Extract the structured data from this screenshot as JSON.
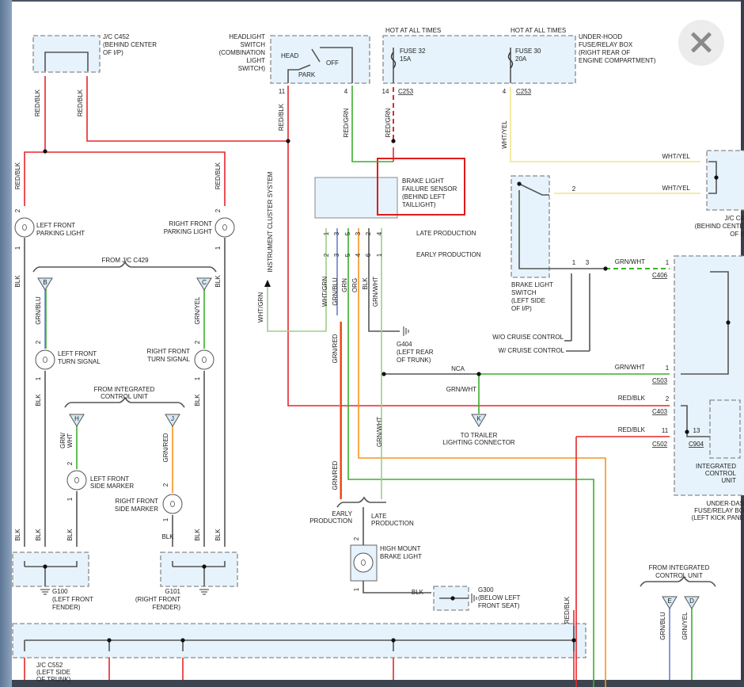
{
  "colors": {
    "red": "#e8262a",
    "green": "#3bb02c",
    "light_green": "#9ccf8c",
    "wire_gray": "#555555",
    "orange": "#f7931e",
    "yellow": "#efe58a",
    "blue": "#6b7fd0",
    "box_fill": "#e6f3fc",
    "highlight": "#e01b1b"
  },
  "window": {
    "close_icon": "close-icon"
  },
  "components": {
    "jc_c452": [
      "J/C C452",
      "(BEHIND CENTER",
      "OF I/P)"
    ],
    "headlight_switch": [
      "HEADLIGHT",
      "SWITCH",
      "(COMBINATION",
      "LIGHT",
      "SWITCH)"
    ],
    "headlight_positions": [
      "HEAD",
      "OFF",
      "PARK"
    ],
    "hot_at_all_times": [
      "HOT AT ALL TIMES",
      "HOT AT ALL TIMES"
    ],
    "fuse32": [
      "FUSE 32",
      "15A"
    ],
    "fuse30": [
      "FUSE 30",
      "20A"
    ],
    "underhood_box": [
      "UNDER-HOOD",
      "FUSE/RELAY BOX",
      "(RIGHT REAR OF",
      "ENGINE COMPARTMENT)"
    ],
    "brake_sensor": [
      "BRAKE LIGHT",
      "FAILURE SENSOR",
      "(BEHIND LEFT",
      "TAILLIGHT)"
    ],
    "late_production": "LATE PRODUCTION",
    "early_production": "EARLY PRODUCTION",
    "jc_c4_right": [
      "J/C C4",
      "(BEHIND CENTE",
      "OF I/"
    ],
    "brake_switch": [
      "BRAKE LIGHT",
      "SWITCH",
      "(LEFT SIDE",
      "OF I/P)"
    ],
    "wo_cruise": "W/O CRUISE CONTROL",
    "w_cruise": "W/ CRUISE CONTROL",
    "left_parking": [
      "LEFT FRONT",
      "PARKING LIGHT"
    ],
    "right_parking": [
      "RIGHT FRONT",
      "PARKING LIGHT"
    ],
    "from_jc_c429": "FROM J/C C429",
    "left_turn": [
      "LEFT FRONT",
      "TURN SIGNAL"
    ],
    "right_turn": [
      "RIGHT FRONT",
      "TURN SIGNAL"
    ],
    "from_icu": [
      "FROM INTEGRATED",
      "CONTROL UNIT"
    ],
    "left_marker": [
      "LEFT FRONT",
      "SIDE MARKER"
    ],
    "right_marker": [
      "RIGHT FRONT",
      "SIDE MARKER"
    ],
    "g100": [
      "G100",
      "(LEFT FRONT",
      "FENDER)"
    ],
    "g101": [
      "G101",
      "(RIGHT FRONT",
      "FENDER)"
    ],
    "instrument_cluster": "INSTRUMENT CLUSTER SYSTEM",
    "g404": [
      "G404",
      "(LEFT REAR",
      "OF TRUNK)"
    ],
    "trailer": [
      "TO TRAILER",
      "LIGHTING CONNECTOR"
    ],
    "icu_box": [
      "INTEGRATED",
      "CONTROL",
      "UNIT"
    ],
    "underdash_box": [
      "UNDER-DAS",
      "FUSE/RELAY BO",
      "(LEFT KICK PANE"
    ],
    "early_prod_2": [
      "EARLY",
      "PRODUCTION"
    ],
    "late_prod_2": [
      "LATE",
      "PRODUCTION"
    ],
    "high_mount": [
      "HIGH MOUNT",
      "BRAKE LIGHT"
    ],
    "g300": [
      "G300",
      "(BELOW LEFT",
      "FRONT SEAT)"
    ],
    "from_icu_2": [
      "FROM INTEGRATED",
      "CONTROL UNIT"
    ],
    "jc_c552": [
      "J/C C552",
      "(LEFT SIDE",
      "OF TRUNK)"
    ]
  },
  "connector_letters": [
    "B",
    "C",
    "H",
    "J",
    "K",
    "E",
    "D"
  ],
  "wire_labels": [
    "RED/BLK",
    "RED/BLK",
    "RED/BLK",
    "RED/GRN",
    "RED/GRN",
    "WHT/YEL",
    "WHT/YEL",
    "WHT/YEL",
    "RED/BLK",
    "RED/BLK",
    "BLK",
    "BLK",
    "GRN/BLU",
    "GRN/YEL",
    "BLK",
    "BLK",
    "GRN/",
    "WHT",
    "GRN/RED",
    "BLK",
    "BLK",
    "BLK",
    "BLK",
    "BLK",
    "BLK",
    "WHT/GRN",
    "WHT/GRN",
    "GRN/BLU",
    "GRN",
    "ORG",
    "BLK",
    "GRN/WHT",
    "GRN/RED",
    "GRN/RED",
    "GRN/WHT",
    "GRN/WHT",
    "NCA",
    "GRN/WHT",
    "GRN/WHT",
    "RED/BLK",
    "RED/BLK",
    "BLK",
    "RED/BLK",
    "GRN/BLU",
    "GRN/YEL"
  ],
  "pins": [
    "11",
    "4",
    "14",
    "4",
    "2",
    "1",
    "2",
    "1",
    "2",
    "1",
    "2",
    "1",
    "2",
    "1",
    "2",
    "1",
    "1",
    "3",
    "5",
    "3",
    "2",
    "4",
    "2",
    "3",
    "5",
    "4",
    "6",
    "1",
    "2",
    "1",
    "3",
    "1",
    "1",
    "2",
    "11",
    "13",
    "2",
    "1"
  ],
  "connectors": [
    "C253",
    "C253",
    "C406",
    "C503",
    "C403",
    "C502",
    "C904"
  ]
}
